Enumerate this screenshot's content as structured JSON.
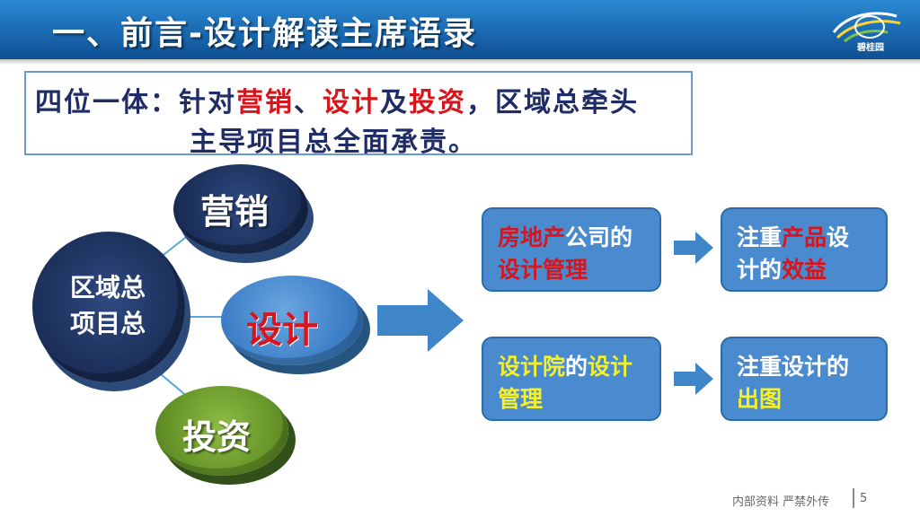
{
  "header": {
    "title": "一、前言-设计解读主席语录",
    "logo_text": "碧桂园"
  },
  "intro": {
    "line1_prefix": "四位一体：针对",
    "w1": "营销",
    "sep1": "、",
    "w2": "设计",
    "sep2": "及",
    "w3": "投资",
    "line1_suffix": "，区域总牵头",
    "line2": "主导项目总全面承责。"
  },
  "circles": {
    "main_line1": "区域总",
    "main_line2": "项目总",
    "marketing": "营销",
    "design": "设计",
    "investment": "投资"
  },
  "boxes": {
    "box1": {
      "red1": "房地产",
      "white1": "公司的",
      "red2": "设计管理"
    },
    "box2": {
      "white1": "注重",
      "red1": "产品",
      "white2": "设",
      "white3": "计的",
      "red2": "效益"
    },
    "box3": {
      "yellow1": "设计院",
      "white1": "的",
      "yellow2": "设计",
      "yellow3": "管理"
    },
    "box4": {
      "white1": "注重设计的",
      "yellow1": "出图"
    }
  },
  "footer": {
    "text": "内部资料 严禁外传",
    "page": "5"
  },
  "colors": {
    "header_blue": "#1d6fb7",
    "navy": "#1f2c66",
    "red": "#d8141c",
    "box_blue": "#4a8bd0",
    "yellow": "#f5f02a",
    "green": "#6b9a2c"
  }
}
